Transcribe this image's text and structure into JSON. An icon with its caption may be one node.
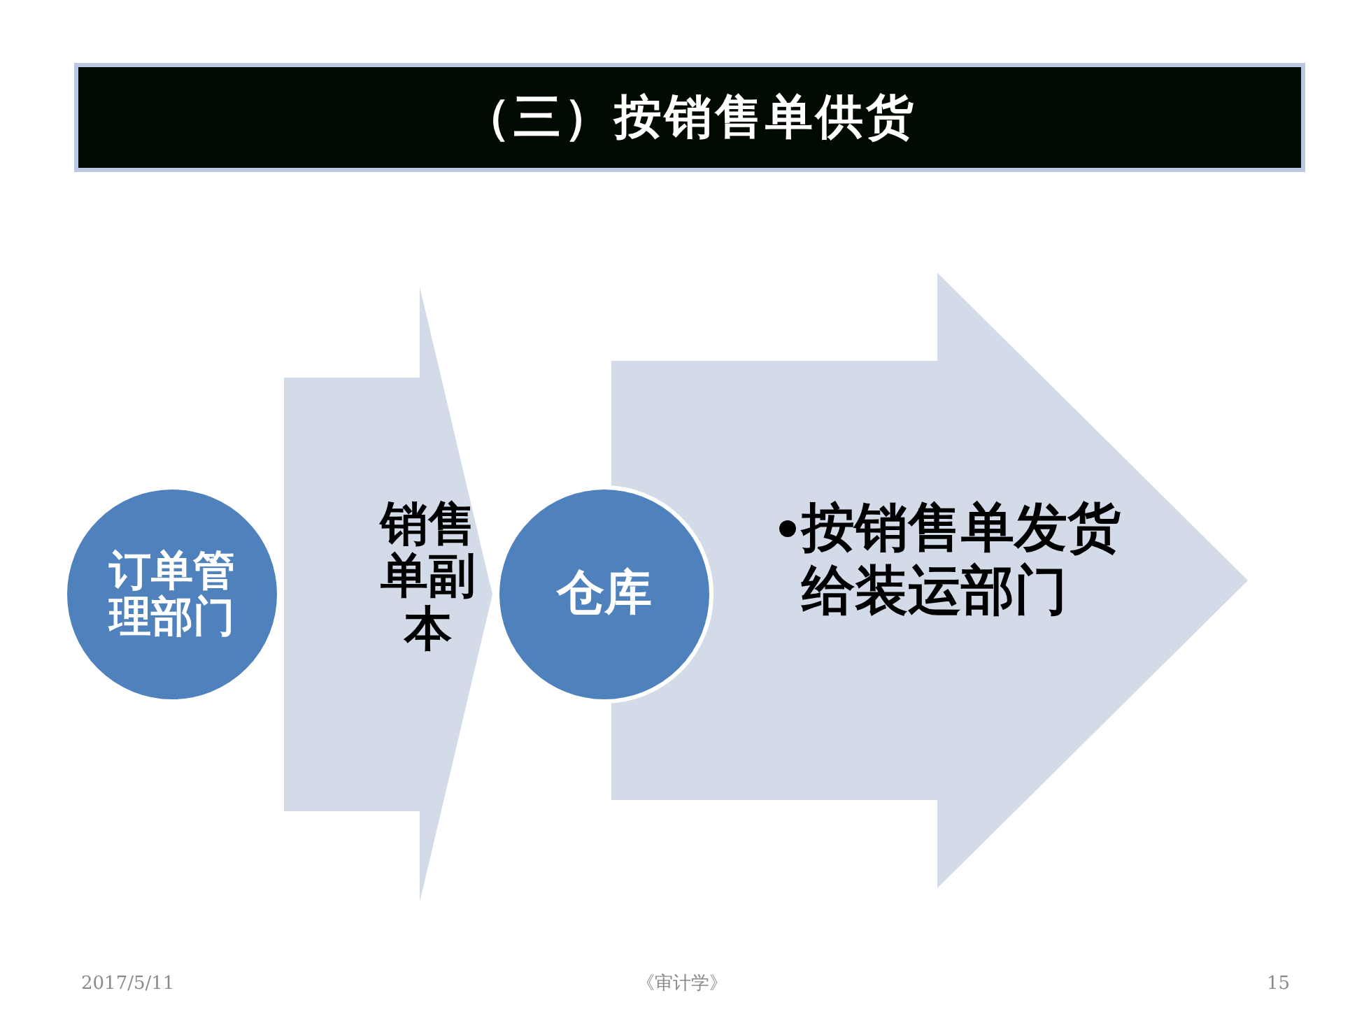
{
  "diagram": {
    "title": "（三）按销售单供货",
    "nodes": [
      {
        "text": [
          "订单管理部门"
        ]
      },
      {
        "text": [
          "销售单副本"
        ]
      },
      {
        "text": [
          "仓库"
        ]
      },
      {
        "text": [
          "按销售单发货给装运部门"
        ]
      }
    ],
    "labels": [
      "2017/5/11",
      "《审计学》",
      "15"
    ]
  }
}
